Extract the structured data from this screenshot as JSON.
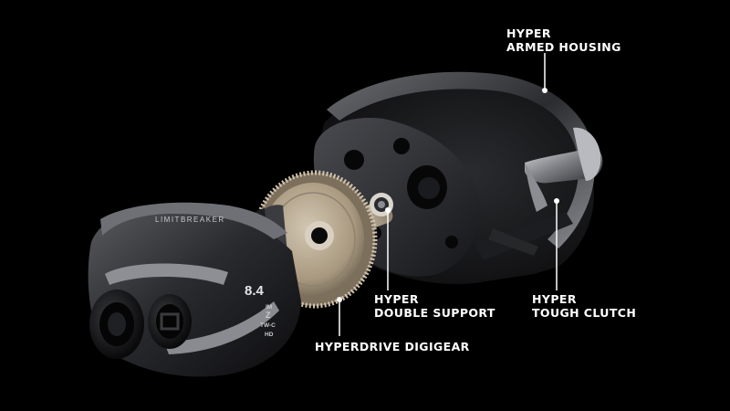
{
  "callouts": {
    "armed_housing": [
      "HYPER",
      "ARMED HOUSING"
    ],
    "double_support": [
      "HYPER",
      "DOUBLE SUPPORT"
    ],
    "tough_clutch": [
      "HYPER",
      "TOUGH CLUTCH"
    ],
    "digigear": [
      "HYPERDRIVE DIGIGEAR"
    ]
  },
  "reel_markings": {
    "brand": "LIMITBREAKER",
    "gear_ratio": "8.4",
    "badge": [
      "IM",
      "Z",
      "TW-C",
      "HD"
    ]
  },
  "colors": {
    "background": "#000000",
    "label_text": "#ffffff",
    "leader_line": "#ffffff",
    "housing_metal": "#3a3b3f",
    "gear_bronze": "#b8aa94"
  }
}
